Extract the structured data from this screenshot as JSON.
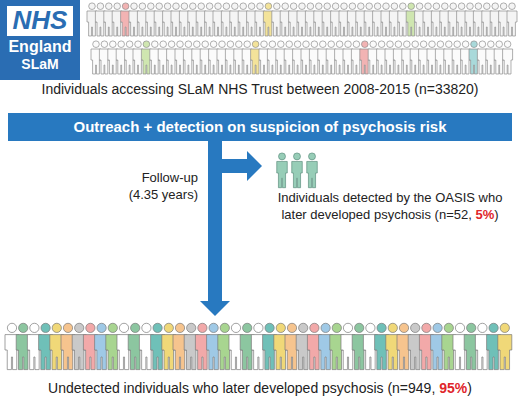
{
  "diagram": {
    "nodes": [
      {
        "text": [
          "England",
          "SLaM"
        ]
      },
      {
        "text": [
          "NHS"
        ],
        "in": 0
      },
      {
        "text": [
          "Individuals accessing SLaM NHS Trust between 2008-2015 (n=33820)"
        ]
      },
      {
        "text": [
          "Outreach + detection on suspicion of psychosis risk"
        ]
      },
      {
        "text": [
          "Individuals detected by the OASIS who later developed psychosis (n=52, 5%)"
        ]
      },
      {
        "text": [
          "Undetected individuals who later developed psychosis (n=949, 95%)"
        ]
      }
    ],
    "edges": [
      {
        "from": 3,
        "to": 4,
        "arrow": "to"
      },
      {
        "from": 3,
        "to": 5,
        "arrow": "to"
      }
    ],
    "labels": [
      "Follow-up",
      "(4.35 years)"
    ]
  }
}
